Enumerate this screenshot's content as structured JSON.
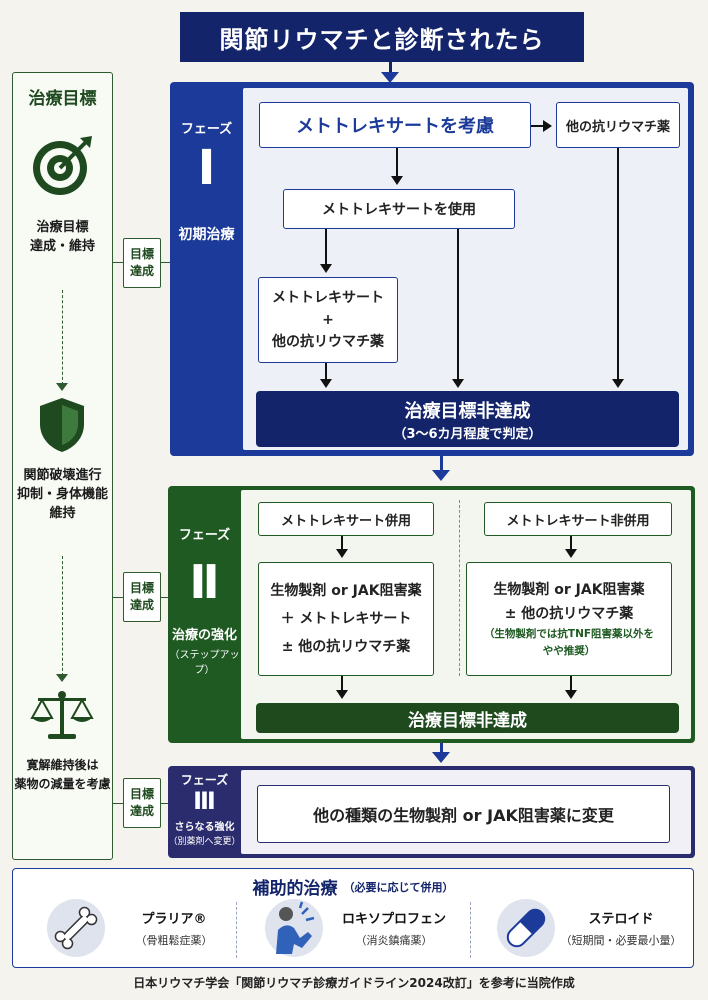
{
  "title": "関節リウマチと診断されたら",
  "goals": {
    "heading": "治療目標",
    "goal1": [
      "治療目標",
      "達成・維持"
    ],
    "goal2": [
      "関節破壊進行",
      "抑制・身体機能",
      "維持"
    ],
    "goal3": [
      "寛解維持後は",
      "薬物の減量を考慮"
    ],
    "achieved": [
      "目標",
      "達成"
    ],
    "icons": [
      "target-icon",
      "shield-icon",
      "scale-icon"
    ]
  },
  "phase1": {
    "label": "フェーズ",
    "num": "Ⅰ",
    "name": "初期治療",
    "box_consider": "メトトレキサートを考慮",
    "box_other": "他の抗リウマチ薬",
    "box_use": "メトトレキサートを使用",
    "box_combo": [
      "メトトレキサート",
      "+",
      "他の抗リウマチ薬"
    ],
    "bar_title": "治療目標非達成",
    "bar_sub": "（3〜6カ月程度で判定）"
  },
  "phase2": {
    "label": "フェーズ",
    "num": "Ⅱ",
    "name": "治療の強化",
    "sub": "（ステップアップ）",
    "left_head": "メトトレキサート併用",
    "right_head": "メトトレキサート非併用",
    "left_body": [
      "生物製剤 or JAK阻害薬",
      "＋ メトトレキサート",
      "± 他の抗リウマチ薬"
    ],
    "right_body": [
      "生物製剤 or JAK阻害薬",
      "± 他の抗リウマチ薬"
    ],
    "right_note": [
      "（生物製剤では抗TNF阻害薬以外を",
      "やや推奨）"
    ],
    "bar_title": "治療目標非達成"
  },
  "phase3": {
    "label": "フェーズ",
    "num": "Ⅲ",
    "name": "さらなる強化",
    "sub": "（別薬剤へ変更）",
    "box": "他の種類の生物製剤 or JAK阻害薬に変更"
  },
  "supplementary": {
    "title": "補助的治療",
    "note": "（必要に応じて併用）",
    "items": [
      {
        "name": "プラリア®",
        "sub": "（骨粗鬆症薬）",
        "icon": "bone-icon"
      },
      {
        "name": "ロキソプロフェン",
        "sub": "（消炎鎮痛薬）",
        "icon": "pain-relief-icon"
      },
      {
        "name": "ステロイド",
        "sub": "（短期間・必要最小量）",
        "icon": "capsule-icon"
      }
    ]
  },
  "footnote": "日本リウマチ学会「関節リウマチ診療ガイドライン2024改訂」を参考に当院作成",
  "colors": {
    "navy": "#13246b",
    "phase1": "#1c3a99",
    "phase2": "#1e5a22",
    "phase3": "#2b2c6e",
    "goal": "#2f5a2f"
  }
}
